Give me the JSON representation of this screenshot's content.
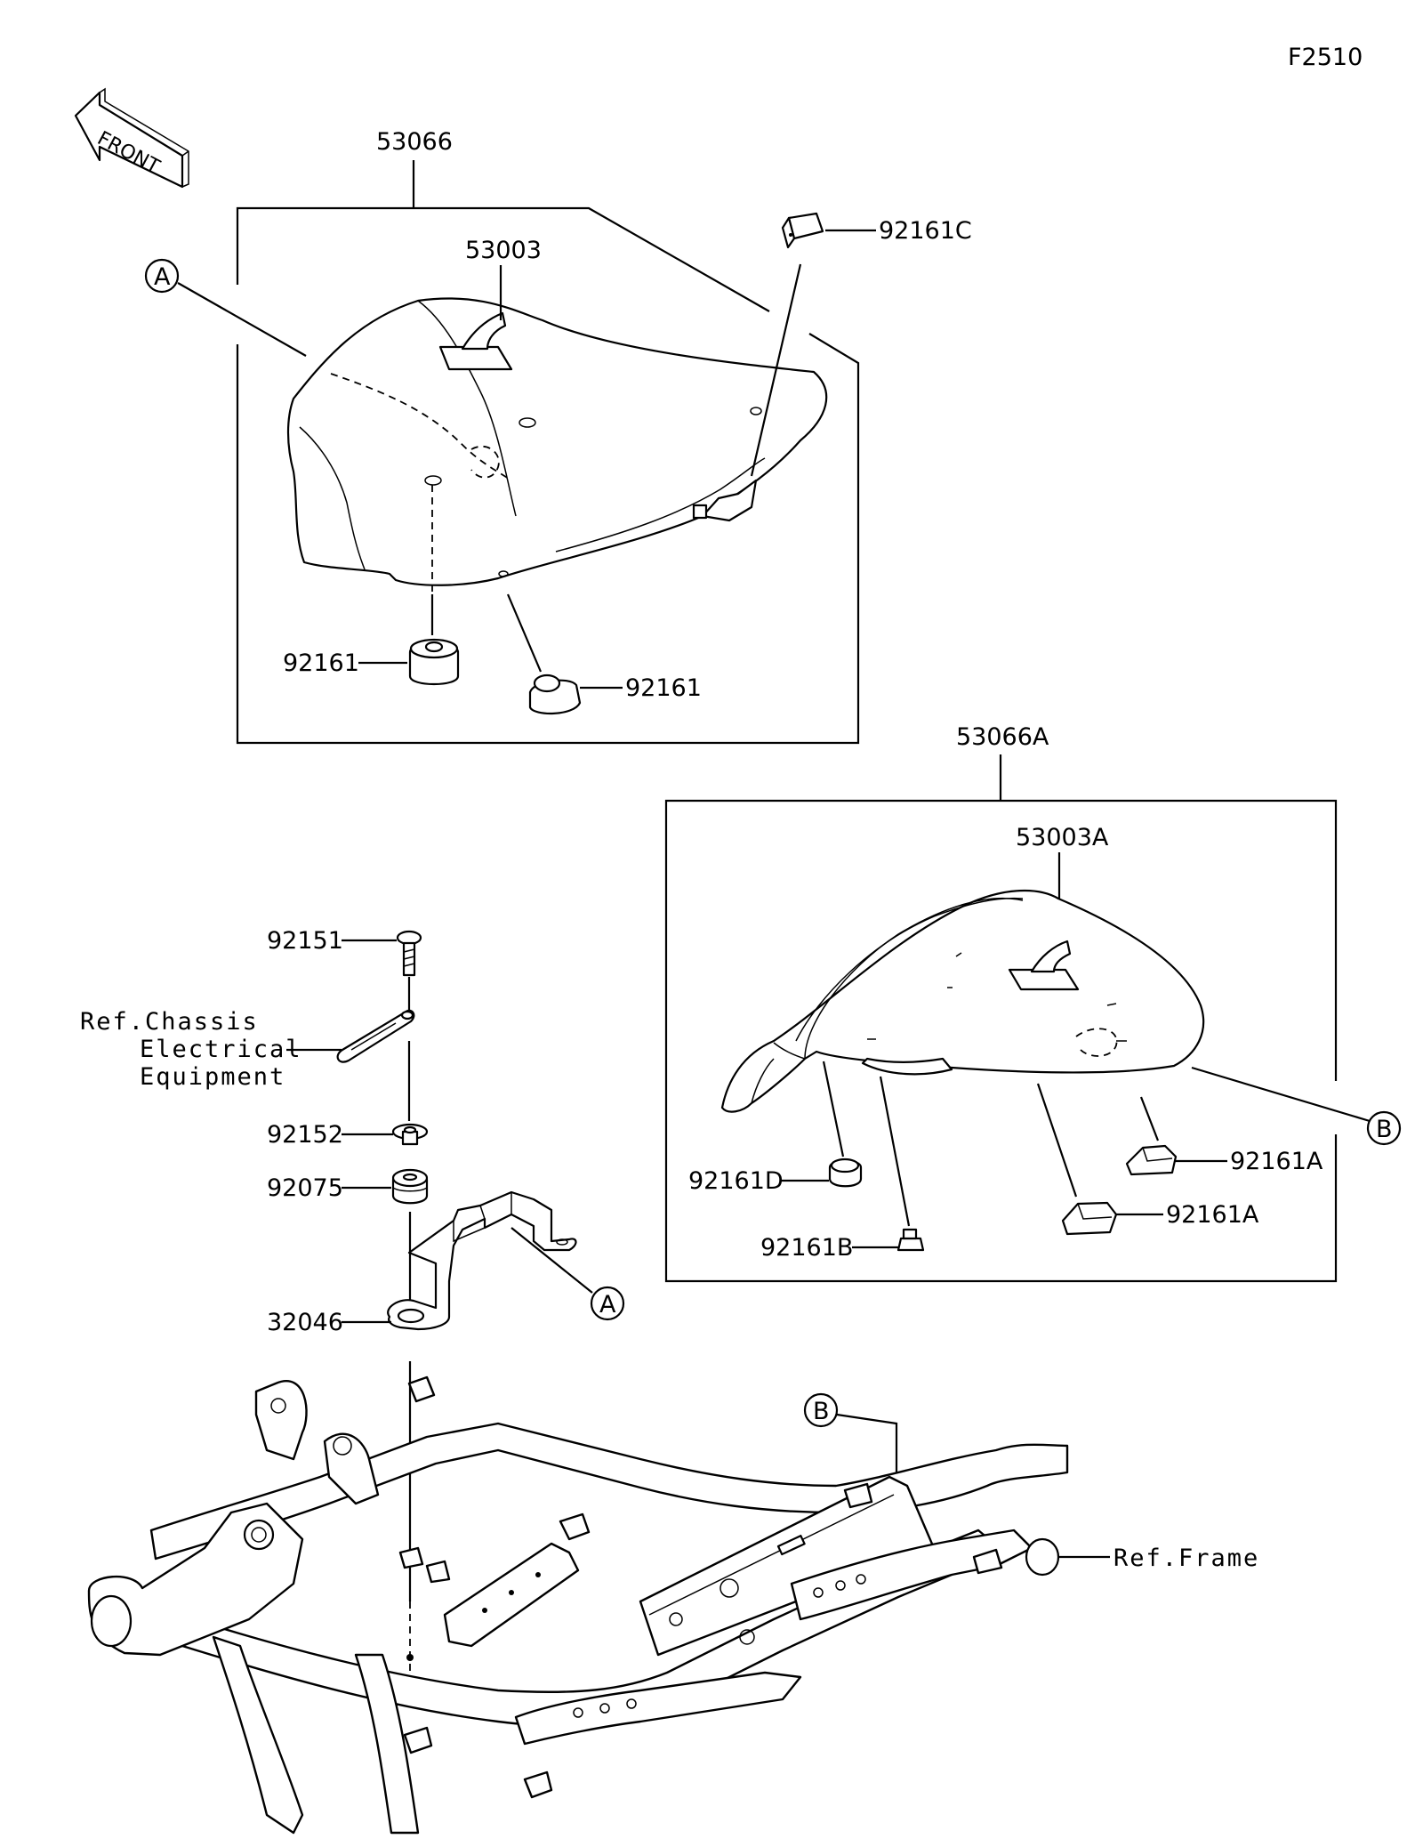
{
  "figure_id": "F2510",
  "front_label": "FRONT",
  "main_seat": {
    "assembly_no": "53066",
    "cover_no": "53003",
    "bracket_callout": "A",
    "rubber_top": "92161C",
    "rubber_left": "92161",
    "rubber_right": "92161"
  },
  "rear_seat": {
    "assembly_no": "53066A",
    "cover_no": "53003A",
    "frame_callout": "B",
    "rubber_a1": "92161A",
    "rubber_a2": "92161A",
    "rubber_d": "92161D",
    "rubber_b": "92161B"
  },
  "bracket_stack": {
    "bolt": "92151",
    "ref_line1": "Ref.Chassis",
    "ref_line2": "Electrical",
    "ref_line3": "Equipment",
    "collar": "92152",
    "damper": "92075",
    "bracket": "32046",
    "bracket_callout": "A"
  },
  "frame": {
    "callout": "B",
    "ref": "Ref.Frame"
  }
}
